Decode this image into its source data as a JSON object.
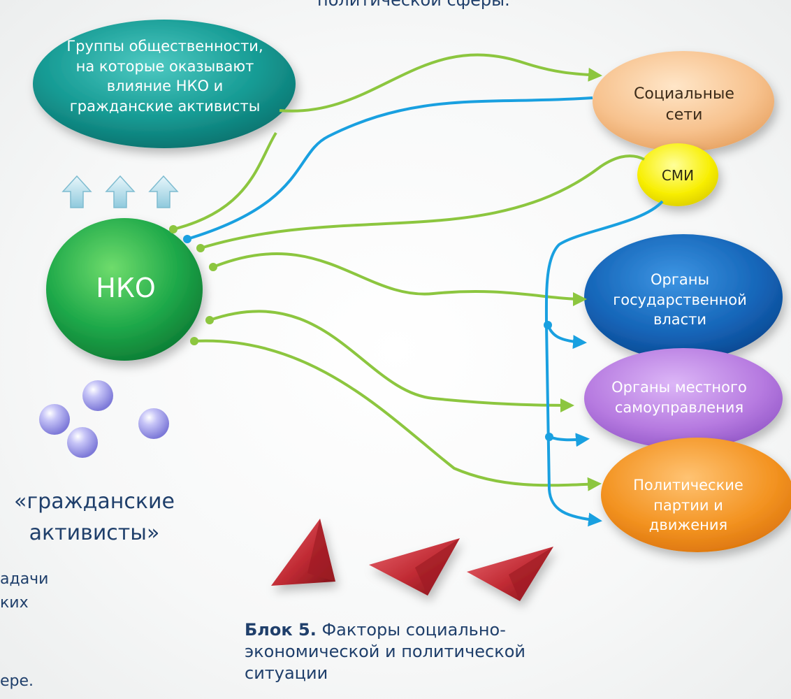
{
  "top_fragment": "политической сферы.",
  "nodes": {
    "public_groups": "Группы общественности, на которые оказывают влияние НКО и гражданские активисты",
    "nko": "НКО",
    "social_networks": "Социальные сети",
    "media": "СМИ",
    "gov_bodies": "Органы государственной власти",
    "local_gov": "Органы местного самоуправления",
    "parties": "Политические партии и движения"
  },
  "activists_label": "«гражданские активисты»",
  "left_fragments": [
    "адачи",
    "ких",
    "ере."
  ],
  "caption": {
    "bold": "Блок 5.",
    "text": "Факторы социально-экономической и политической ситуации"
  },
  "colors": {
    "green_link": "#8cc63f",
    "blue_link": "#19a0e0",
    "public_groups": "#1a9a96",
    "nko": "#22a84a",
    "social_networks": "#f5c18f",
    "media": "#f7ef00",
    "gov_bodies": "#1565b5",
    "local_gov": "#b67ae0",
    "parties": "#f39321",
    "spheres": "#b7b5f0",
    "triangles": "#c8323a"
  }
}
